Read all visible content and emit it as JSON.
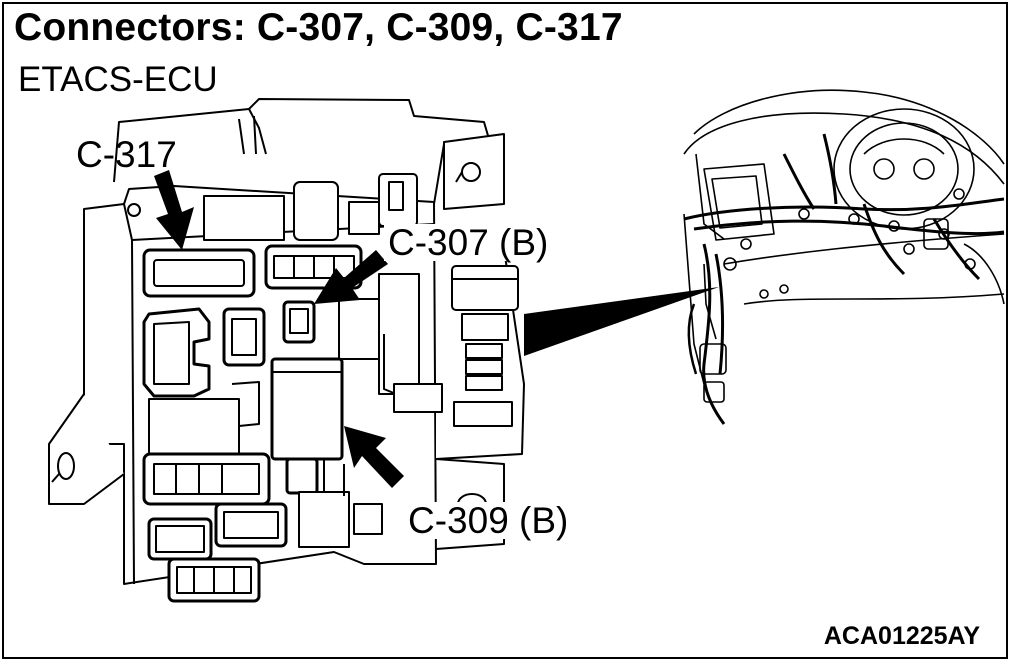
{
  "title": "Connectors: C-307, C-309, C-317",
  "component": "ETACS-ECU",
  "connectors": [
    {
      "label": "C-317"
    },
    {
      "label": "C-307 (B)"
    },
    {
      "label": "C-309 (B)"
    }
  ],
  "figure_id": "ACA01225AY"
}
